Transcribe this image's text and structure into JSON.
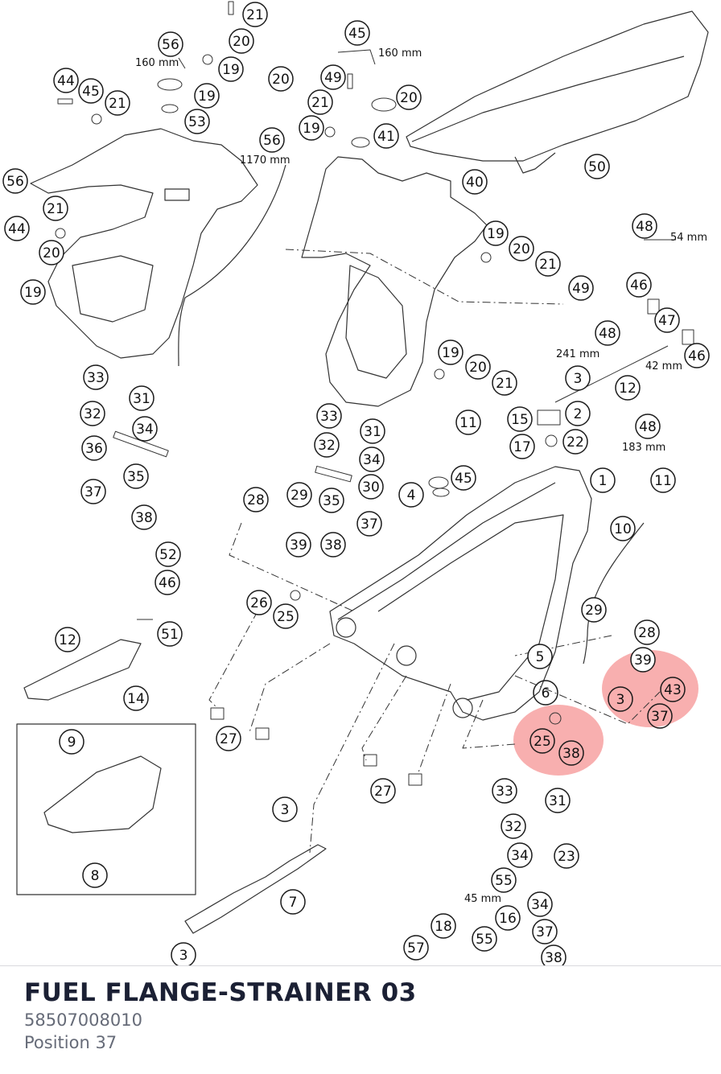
{
  "part": {
    "title": "FUEL FLANGE-STRAINER 03",
    "number": "58507008010",
    "position_label": "Position 37"
  },
  "highlight_color": "#f26d6d",
  "callouts": [
    "21",
    "56",
    "20",
    "19",
    "44",
    "45",
    "21",
    "20",
    "19",
    "53",
    "56",
    "21",
    "44",
    "20",
    "19",
    "45",
    "49",
    "20",
    "21",
    "19",
    "41",
    "56",
    "40",
    "50",
    "19",
    "20",
    "21",
    "49",
    "48",
    "46",
    "47",
    "46",
    "48",
    "33",
    "31",
    "32",
    "34",
    "36",
    "35",
    "37",
    "38",
    "19",
    "20",
    "21",
    "3",
    "2",
    "12",
    "15",
    "17",
    "22",
    "48",
    "11",
    "33",
    "31",
    "32",
    "34",
    "35",
    "30",
    "37",
    "38",
    "1",
    "11",
    "4",
    "45",
    "10",
    "28",
    "29",
    "39",
    "52",
    "46",
    "26",
    "25",
    "29",
    "28",
    "12",
    "51",
    "5",
    "39",
    "43",
    "6",
    "3",
    "37",
    "25",
    "38",
    "14",
    "9",
    "27",
    "27",
    "33",
    "31",
    "32",
    "34",
    "23",
    "55",
    "16",
    "34",
    "37",
    "38",
    "18",
    "55",
    "57",
    "3",
    "7",
    "8",
    "3"
  ],
  "dimensions": [
    "160 mm",
    "160 mm",
    "1170 mm",
    "54 mm",
    "241 mm",
    "42 mm",
    "183 mm",
    "45 mm"
  ]
}
